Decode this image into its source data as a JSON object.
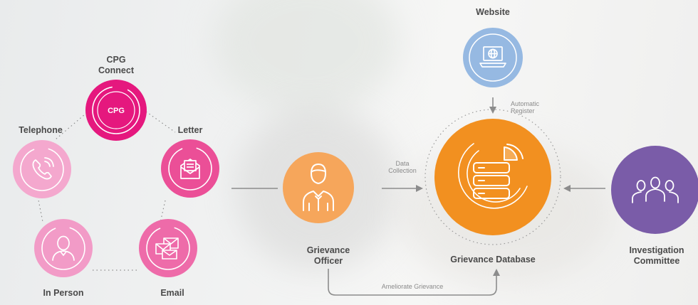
{
  "nodes": {
    "cpg_connect": {
      "label_line1": "CPG",
      "label_line2": "Connect",
      "badge": "CPG",
      "color": "#e5187e",
      "icon": "cpg-badge-icon"
    },
    "telephone": {
      "label": "Telephone",
      "color": "#f4a8ce",
      "icon": "phone-icon"
    },
    "letter": {
      "label": "Letter",
      "color": "#eb4f97",
      "icon": "envelope-letter-icon"
    },
    "in_person": {
      "label": "In  Person",
      "color": "#f29bc7",
      "icon": "person-icon"
    },
    "email": {
      "label": "Email",
      "color": "#ee6ba9",
      "icon": "email-icon"
    },
    "grievance_officer": {
      "label_line1": "Grievance",
      "label_line2": "Officer",
      "color": "#f6a65b",
      "icon": "officer-icon"
    },
    "website": {
      "label": "Website",
      "color": "#96b9e2",
      "icon": "laptop-globe-icon"
    },
    "grievance_database": {
      "label": "Grievance  Database",
      "color": "#f29020",
      "icon": "database-icon"
    },
    "investigation_committee": {
      "label_line1": "Investigation",
      "label_line2": "Committee",
      "color": "#7a5ca8",
      "icon": "group-icon"
    }
  },
  "edges": {
    "data_collection_line1": "Data",
    "data_collection_line2": "Collection",
    "automatic_register_line1": "Automatic",
    "automatic_register_line2": "Register",
    "ameliorate": "Ameliorate  Grievance"
  }
}
